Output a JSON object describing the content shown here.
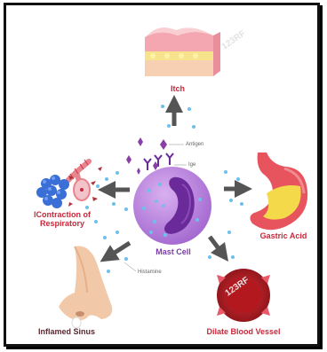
{
  "center": {
    "label": "Mast Cell"
  },
  "annotations": {
    "antigen": "Antigen",
    "ige": "Ige",
    "histamine": "Histamine"
  },
  "effects": {
    "itch": "Itch",
    "gastric": "Gastric Acid",
    "respiratory_line1": "lContraction of",
    "respiratory_line2": "Respiratory",
    "sinus": "Inflamed Sinus",
    "blood_vessel": "Dilate Blood Vessel"
  },
  "watermark": "123RF",
  "colors": {
    "label": "#c8283a",
    "arrow": "#555555",
    "cell": "#b06fd8",
    "nucleus": "#6a2a9a",
    "granule": "#6cc0ec"
  }
}
